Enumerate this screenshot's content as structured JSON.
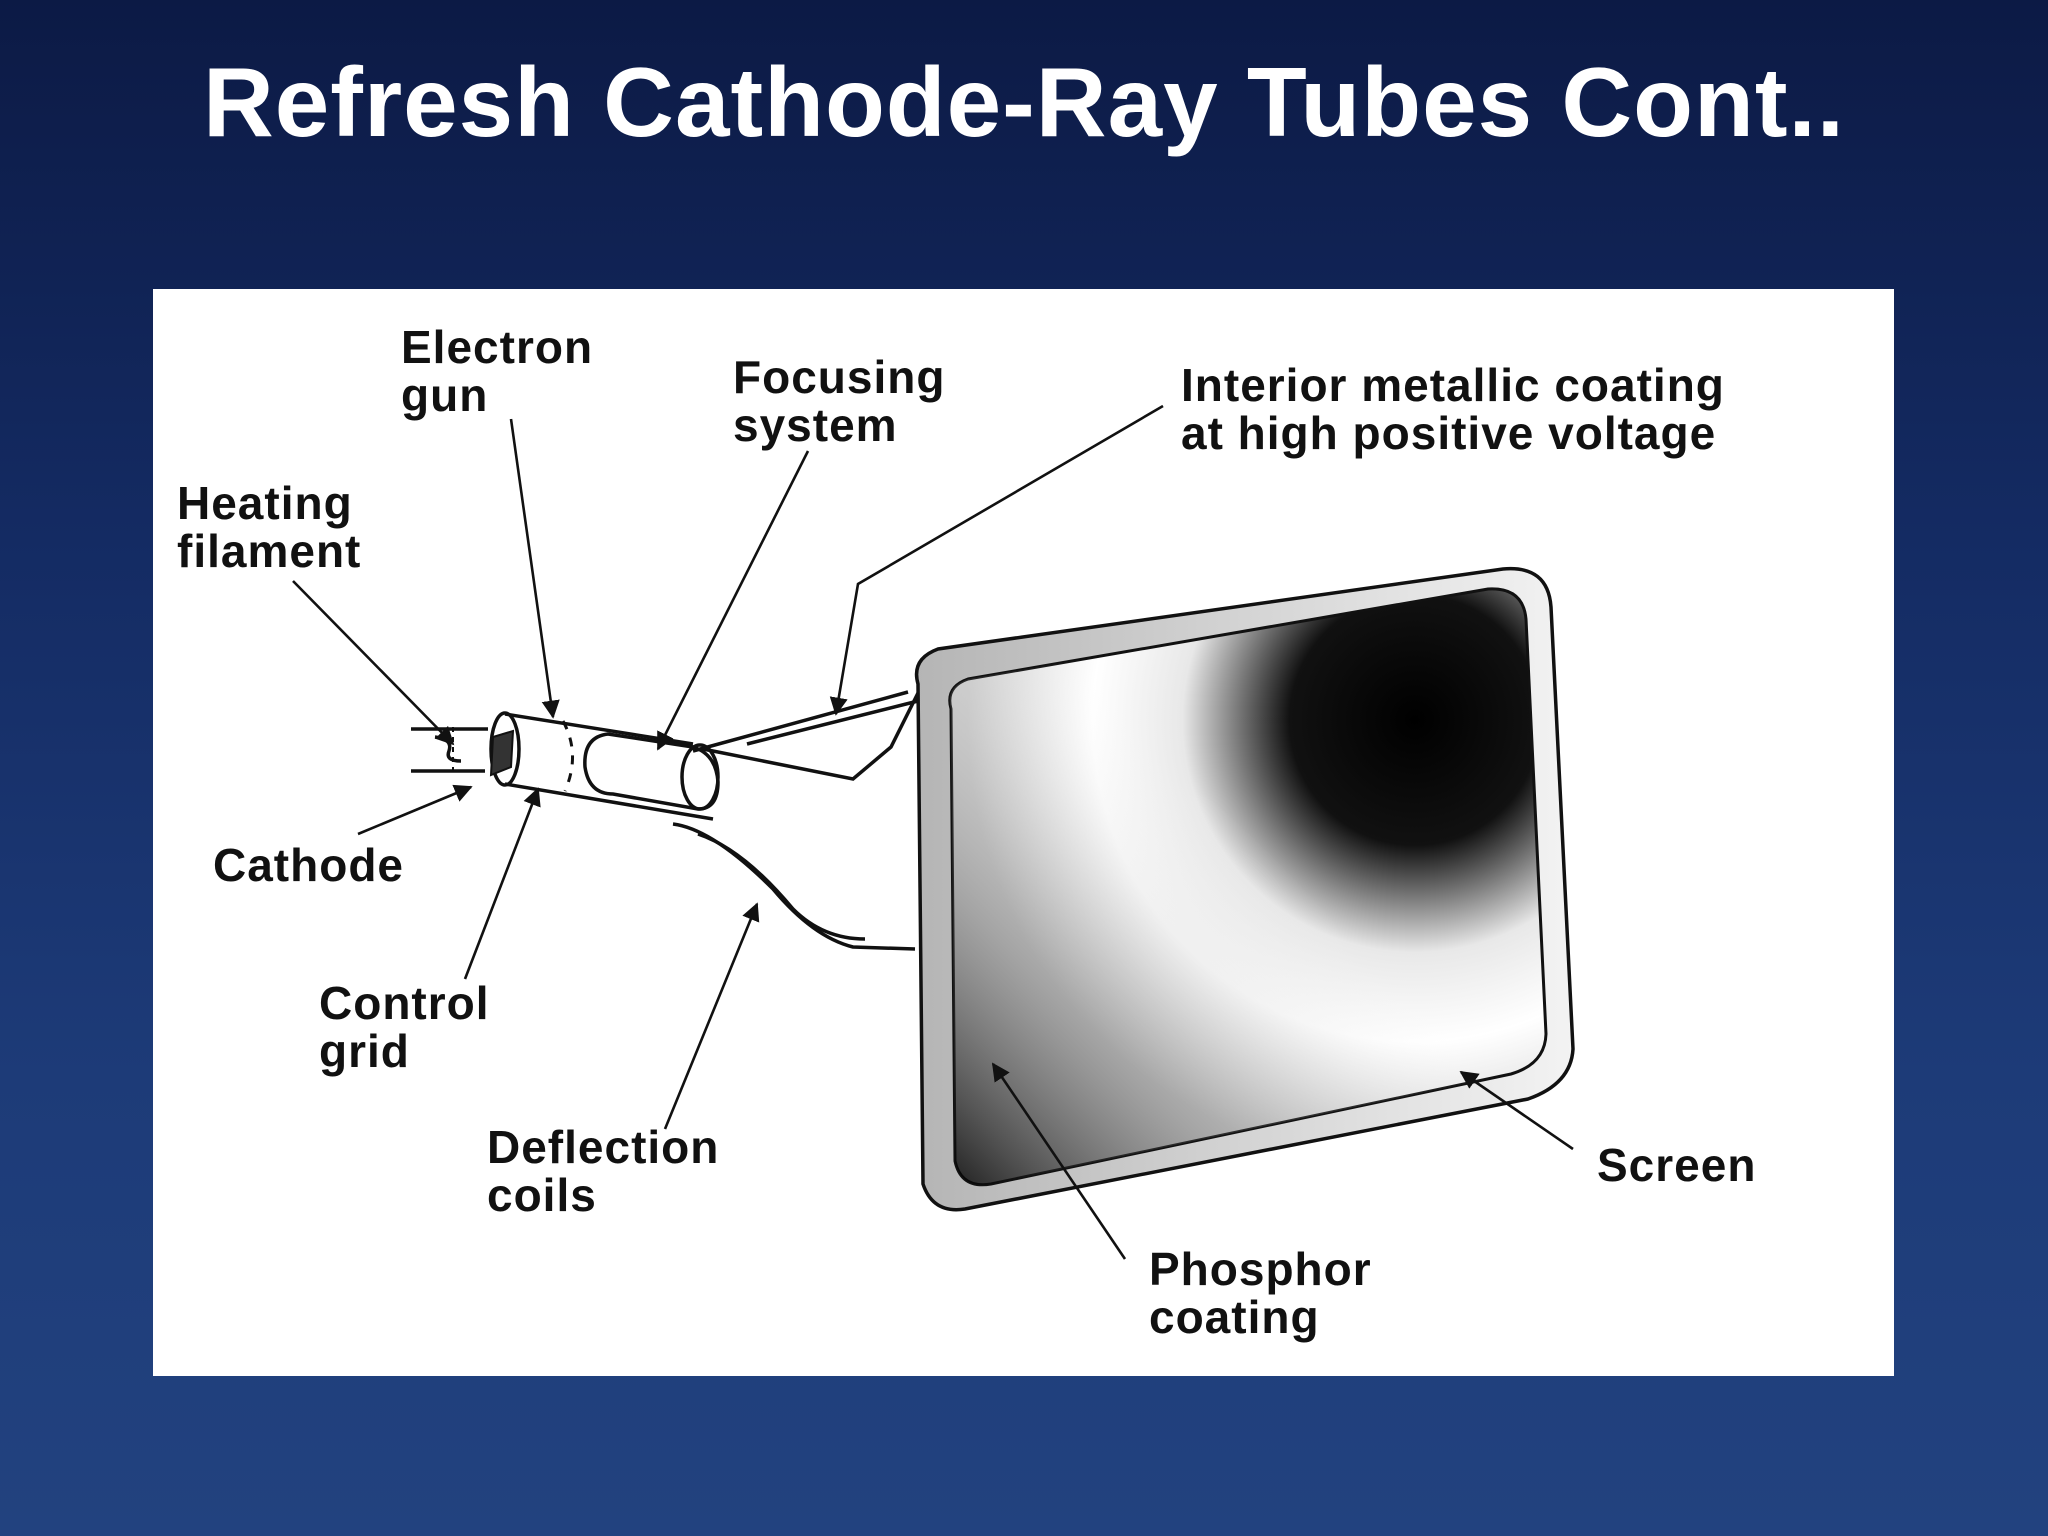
{
  "slide": {
    "title": "Refresh Cathode-Ray Tubes Cont.."
  },
  "diagram": {
    "labels": {
      "electron_gun": [
        "Electron",
        "gun"
      ],
      "focusing_system": [
        "Focusing",
        "system"
      ],
      "interior_coating": [
        "Interior metallic coating",
        "at high positive voltage"
      ],
      "heating_filament": [
        "Heating",
        "filament"
      ],
      "cathode": [
        "Cathode"
      ],
      "control_grid": [
        "Control",
        "grid"
      ],
      "deflection_coils": [
        "Deflection",
        "coils"
      ],
      "screen": [
        "Screen"
      ],
      "phosphor_coating": [
        "Phosphor",
        "coating"
      ]
    }
  },
  "colors": {
    "background_top": "#0c1a45",
    "background_bottom": "#22427f",
    "title_text": "#ffffff",
    "panel": "#ffffff",
    "ink": "#111111"
  }
}
